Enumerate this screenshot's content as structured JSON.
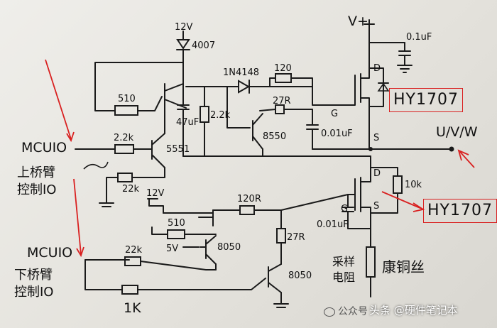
{
  "labels": {
    "vcc12_top": "12V",
    "d4007": "4007",
    "r510_top": "510",
    "c47uf": "47uF",
    "r22k_vert": "2.2k",
    "d1n4148": "1N4148",
    "r120_top": "120",
    "r27r_top": "27R",
    "q8550_top": "8550",
    "q5551": "5551",
    "r22k_base": "2.2k",
    "r22k_gnd": "22k",
    "cap_gate_top": "0.01uF",
    "g_top": "G",
    "d_top": "D",
    "s_top": "S",
    "vplus": "V+",
    "cap_vplus": "0.1uF",
    "uvw": "U/V/W",
    "r10k": "10k",
    "d_bot": "D",
    "g_bot": "G",
    "s_bot": "S",
    "cap_gate_bot": "0.01uF",
    "vcc12_bot": "12V",
    "r120r_bot": "120R",
    "r510_bot": "510",
    "v5": "5V",
    "q8050": "8050",
    "r27r_bot": "27R",
    "q8050_bot": "8050",
    "r22k_low": "22k",
    "r1k_box": "",
    "r1k": "1K",
    "mcu_io_top": "MCUIO",
    "upper_arm_ctrl": "上桥臂\n控制IO",
    "mcu_io_bot": "MCUIO",
    "lower_arm_ctrl": "下桥臂\n控制IO",
    "sampling_res": "采样\n电阻",
    "manganin": "康铜丝"
  },
  "chips": {
    "top": "HY1707",
    "bottom": "HY1707"
  },
  "watermarks": {
    "left": "公众号",
    "right": "头条 @硬件笔记本"
  },
  "colors": {
    "ink": "#1a1a1a",
    "highlight": "#d92020",
    "paper": "#ecebe6"
  }
}
